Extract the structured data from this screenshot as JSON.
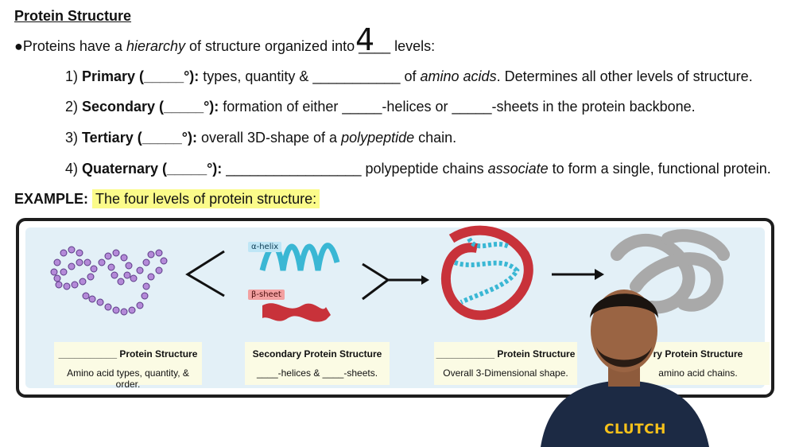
{
  "title": "Protein Structure",
  "intro": {
    "bullet": "●",
    "before": "Proteins have a ",
    "hierarchy": "hierarchy",
    "middle": " of structure organized into ",
    "blank": "____",
    "after": " levels:",
    "handwritten": "4"
  },
  "levels": [
    {
      "num": "1) ",
      "name": "Primary (_____°):",
      "rest1": " types, quantity & ___________ of ",
      "italic": "amino acids",
      "rest2": ". Determines all other levels of structure."
    },
    {
      "num": "2) ",
      "name": "Secondary (_____°):",
      "rest1": " formation of either _____-helices or _____-sheets in the protein backbone.",
      "italic": "",
      "rest2": ""
    },
    {
      "num": "3) ",
      "name": "Tertiary (_____°):",
      "rest1": " overall 3D-shape of a ",
      "italic": "polypeptide",
      "rest2": " chain."
    },
    {
      "num": "4) ",
      "name": "Quaternary (_____°):",
      "rest1": " _________________ polypeptide chains ",
      "italic": "associate",
      "rest2": " to form a single, functional protein."
    }
  ],
  "example": {
    "label": "EXAMPLE",
    "colon": ":",
    "highlight": "The four levels of protein structure:"
  },
  "figure": {
    "tags": {
      "alpha": "α-helix",
      "beta": "β-sheet"
    },
    "cards": [
      {
        "title": "___________ Protein Structure",
        "sub": "Amino acid types, quantity, & order."
      },
      {
        "title": "Secondary Protein Structure",
        "sub": "____-helices & ____-sheets."
      },
      {
        "title": "___________ Protein Structure",
        "sub": "Overall 3-Dimensional shape."
      },
      {
        "title": "ry Protein Structure",
        "sub": "amino acid chains."
      }
    ]
  },
  "logo": "CLUTCH",
  "colors": {
    "highlight": "#fbfb8a",
    "panel_bg": "#e3f0f7",
    "card_bg": "#fbfbe4",
    "helix": "#3ab7d4",
    "sheet": "#c8323a",
    "chain": "#b48ad8"
  }
}
